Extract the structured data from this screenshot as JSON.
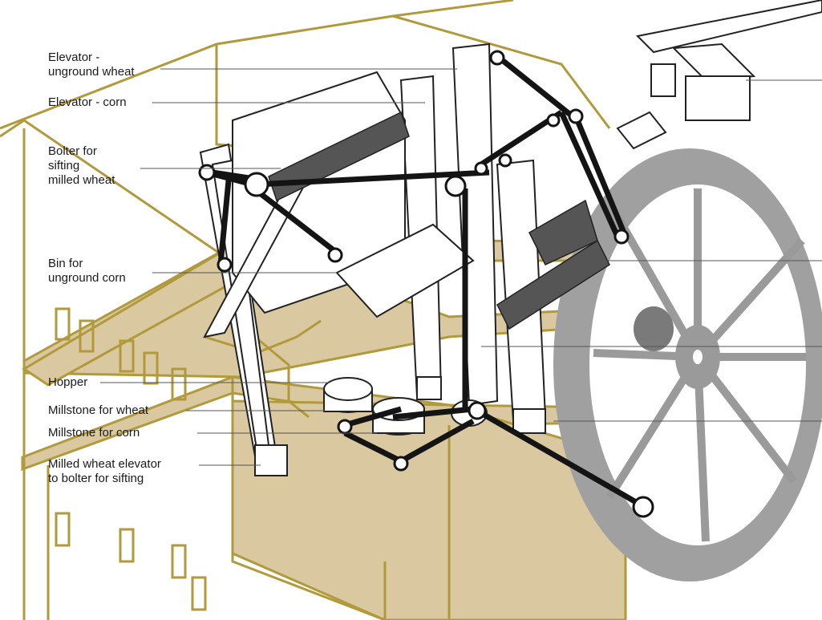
{
  "labels": {
    "elevator_unground_wheat": "Elevator -\nunground wheat",
    "elevator_corn": "Elevator - corn",
    "bolter": "Bolter for\nsifting\nmilled wheat",
    "bin_unground_corn": "Bin for\nunground corn",
    "hopper": "Hopper",
    "millstone_wheat": "Millstone for wheat",
    "millstone_corn": "Millstone for corn",
    "milled_wheat_elevator": "Milled wheat elevator\nto bolter for sifting"
  },
  "colors": {
    "outline": "#b19a3c",
    "floor": "#d9c8a0",
    "belt": "#141414",
    "wheel": "#9a9a9a",
    "leader": "#555555"
  }
}
